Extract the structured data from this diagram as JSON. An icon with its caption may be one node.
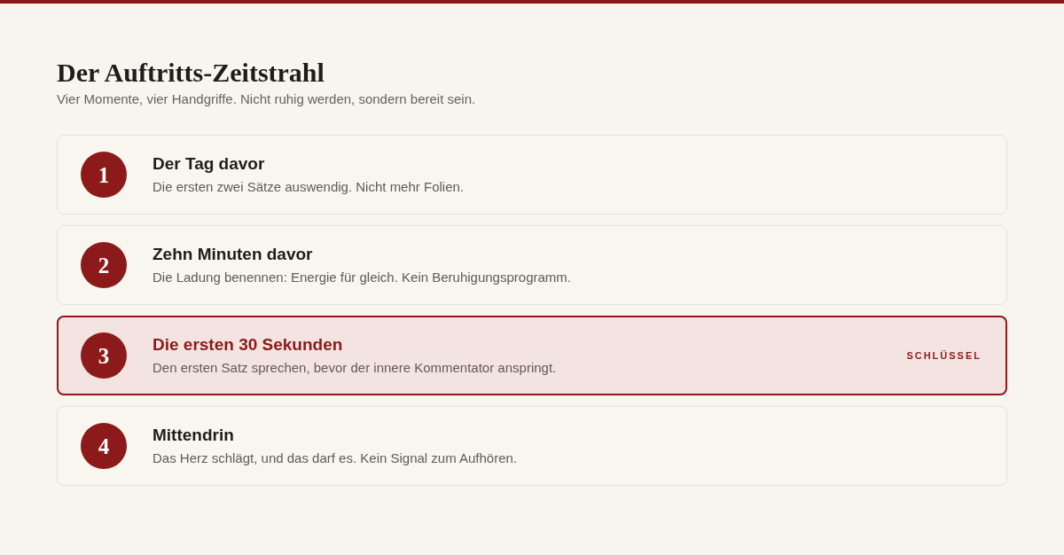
{
  "diagram": {
    "title": "Der Auftritts-Zeitstrahl",
    "nodes": [
      {
        "text": [
          "Der Tag davor",
          "Die ersten zwei Sätze auswendig. Nicht mehr Folien."
        ]
      },
      {
        "text": [
          "1"
        ],
        "in": 0
      },
      {
        "text": [
          "Zehn Minuten davor",
          "Die Ladung benennen: Energie für gleich. Kein Beruhigungsprogramm."
        ]
      },
      {
        "text": [
          "2"
        ],
        "in": 2
      },
      {
        "text": [
          "Die ersten 30 Sekunden",
          "Den ersten Satz sprechen, bevor der innere Kommentator anspringt.",
          "SCHLÜSSEL"
        ]
      },
      {
        "text": [
          "3"
        ],
        "in": 4
      },
      {
        "text": [
          "Mittendrin",
          "Das Herz schlägt, und das darf es. Kein Signal zum Aufhören."
        ]
      },
      {
        "text": [
          "4"
        ],
        "in": 6
      }
    ],
    "labels": [
      "Vier Momente, vier Handgriffe. Nicht ruhig werden, sondern bereit sein."
    ]
  }
}
